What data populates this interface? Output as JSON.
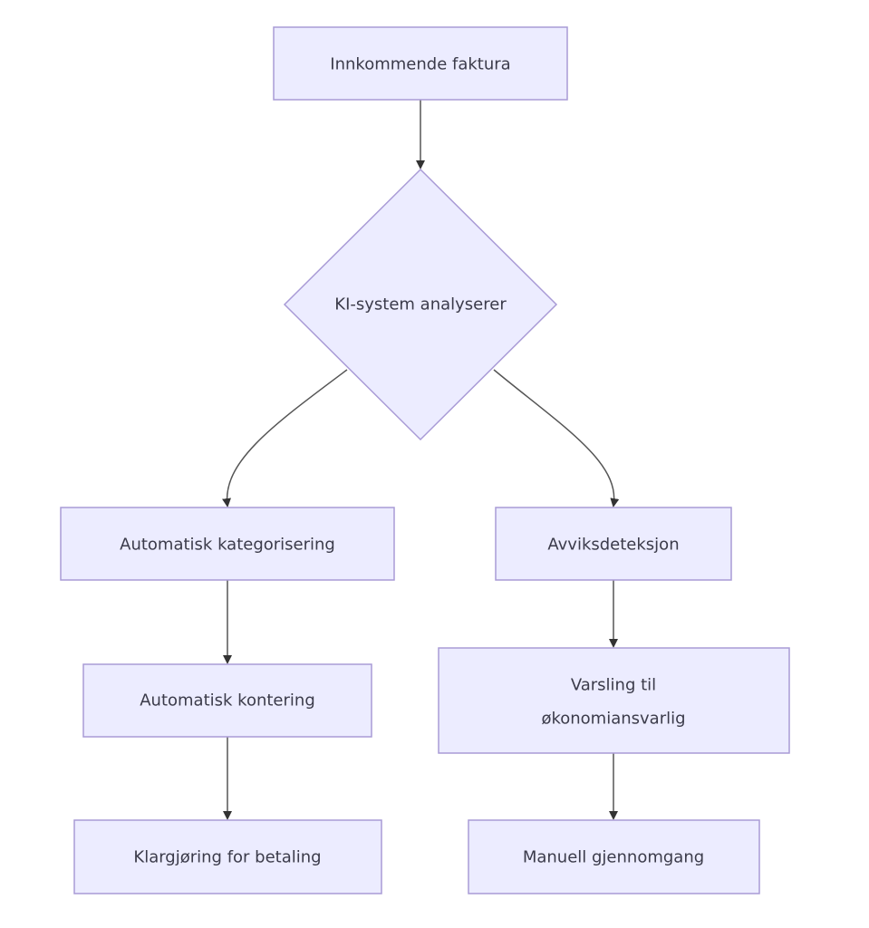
{
  "diagram": {
    "type": "flowchart",
    "direction": "top-down",
    "colors": {
      "node_fill": "#ECECFF",
      "node_border": "#a99bd6",
      "edge": "#555555",
      "text": "#3b3b4a"
    },
    "nodes": [
      {
        "id": "incoming",
        "shape": "rect",
        "label": [
          "Innkommende faktura"
        ]
      },
      {
        "id": "ai",
        "shape": "diamond",
        "label": [
          "KI-system analyserer"
        ]
      },
      {
        "id": "categorize",
        "shape": "rect",
        "label": [
          "Automatisk kategorisering"
        ]
      },
      {
        "id": "deviation",
        "shape": "rect",
        "label": [
          "Avviksdeteksjon"
        ]
      },
      {
        "id": "posting",
        "shape": "rect",
        "label": [
          "Automatisk kontering"
        ]
      },
      {
        "id": "notify",
        "shape": "rect",
        "label": [
          "Varsling til",
          "økonomiansvarlig"
        ]
      },
      {
        "id": "payment",
        "shape": "rect",
        "label": [
          "Klargjøring for betaling"
        ]
      },
      {
        "id": "manual",
        "shape": "rect",
        "label": [
          "Manuell gjennomgang"
        ]
      }
    ],
    "edges": [
      {
        "from": "incoming",
        "to": "ai"
      },
      {
        "from": "ai",
        "to": "categorize"
      },
      {
        "from": "ai",
        "to": "deviation"
      },
      {
        "from": "categorize",
        "to": "posting"
      },
      {
        "from": "posting",
        "to": "payment"
      },
      {
        "from": "deviation",
        "to": "notify"
      },
      {
        "from": "notify",
        "to": "manual"
      }
    ]
  }
}
